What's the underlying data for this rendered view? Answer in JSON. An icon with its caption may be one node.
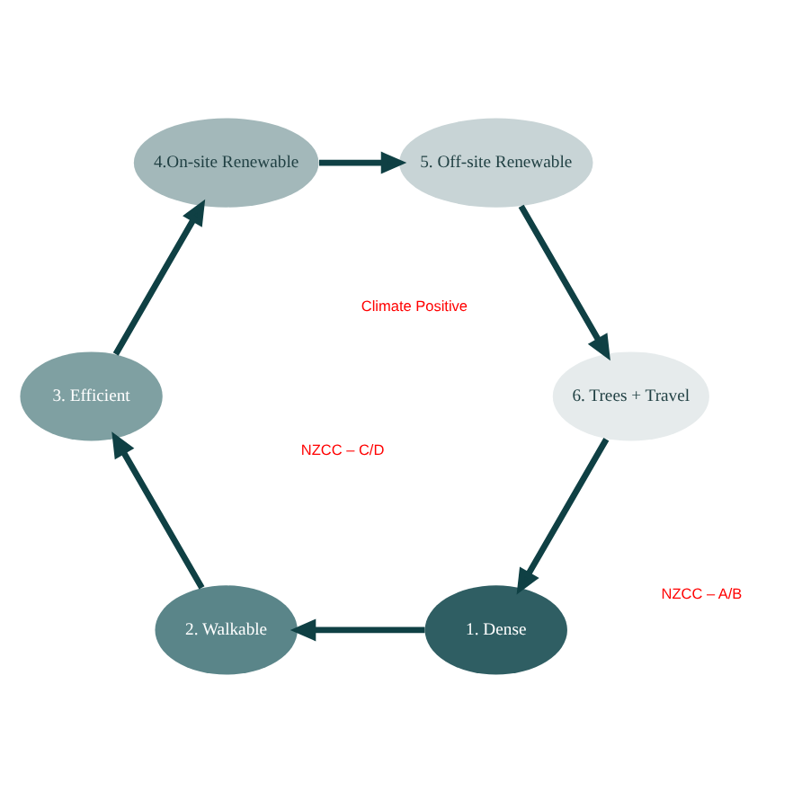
{
  "diagram": {
    "nodes": [
      {
        "text": [
          "1. Dense"
        ]
      },
      {
        "text": [
          "2. Walkable"
        ]
      },
      {
        "text": [
          "3. Efficient"
        ]
      },
      {
        "text": [
          "4.On-site Renewable"
        ]
      },
      {
        "text": [
          "5. Off-site Renewable"
        ]
      },
      {
        "text": [
          "6. Trees + Travel"
        ]
      }
    ],
    "edges": [
      {
        "from": 0,
        "to": 1,
        "arrow": "to"
      },
      {
        "from": 1,
        "to": 2,
        "arrow": "to"
      },
      {
        "from": 2,
        "to": 3,
        "arrow": "to"
      },
      {
        "from": 3,
        "to": 4,
        "arrow": "to"
      },
      {
        "from": 4,
        "to": 5,
        "arrow": "to"
      },
      {
        "from": 5,
        "to": 0,
        "arrow": "to"
      }
    ],
    "labels": [
      "Climate Positive",
      "NZCC – C/D",
      "NZCC – A/B"
    ]
  }
}
